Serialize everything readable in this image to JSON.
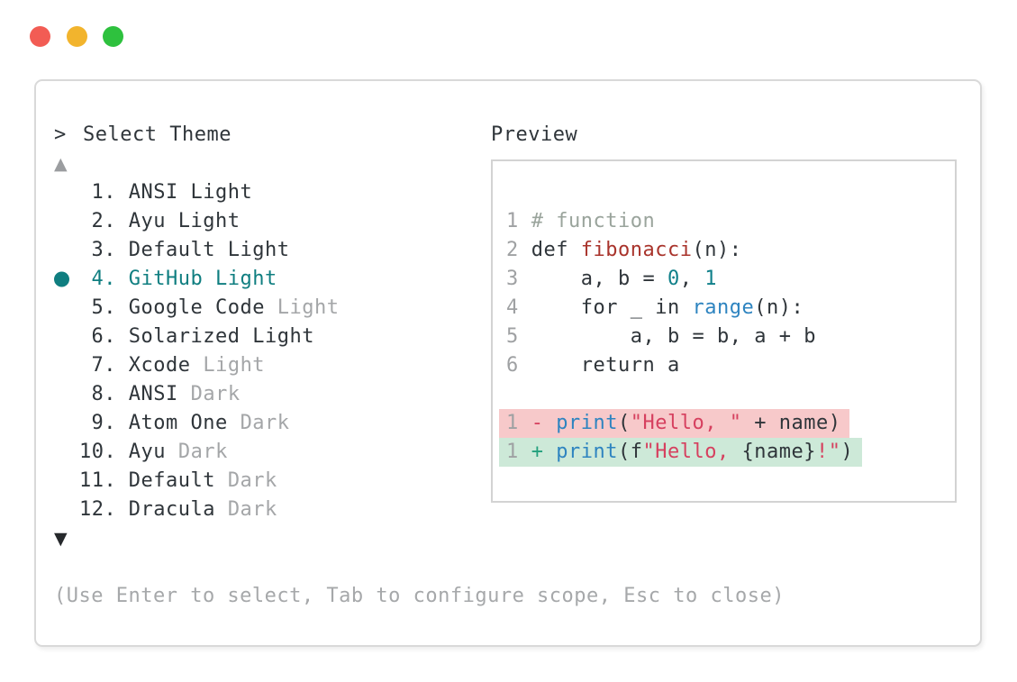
{
  "window": {
    "controls": [
      "close",
      "minimize",
      "maximize"
    ]
  },
  "selector": {
    "prompt_marker": ">",
    "title": "Select Theme",
    "scroll_up_symbol": "▲",
    "scroll_down_symbol": "▼",
    "items": [
      {
        "num": "1.",
        "name": "ANSI Light",
        "muted": "",
        "selected": false
      },
      {
        "num": "2.",
        "name": "Ayu Light",
        "muted": "",
        "selected": false
      },
      {
        "num": "3.",
        "name": "Default Light",
        "muted": "",
        "selected": false
      },
      {
        "num": "4.",
        "name": "GitHub Light",
        "muted": "",
        "selected": true
      },
      {
        "num": "5.",
        "name": "Google Code",
        "muted": "Light",
        "selected": false
      },
      {
        "num": "6.",
        "name": "Solarized Light",
        "muted": "",
        "selected": false
      },
      {
        "num": "7.",
        "name": "Xcode",
        "muted": "Light",
        "selected": false
      },
      {
        "num": "8.",
        "name": "ANSI",
        "muted": "Dark",
        "selected": false
      },
      {
        "num": "9.",
        "name": "Atom One",
        "muted": "Dark",
        "selected": false
      },
      {
        "num": "10.",
        "name": "Ayu",
        "muted": "Dark",
        "selected": false
      },
      {
        "num": "11.",
        "name": "Default",
        "muted": "Dark",
        "selected": false
      },
      {
        "num": "12.",
        "name": "Dracula",
        "muted": "Dark",
        "selected": false
      }
    ],
    "help_text": "(Use Enter to select, Tab to configure scope, Esc to close)"
  },
  "preview": {
    "label": "Preview",
    "code": [
      {
        "num": "1",
        "t0": "# function"
      },
      {
        "num": "2",
        "t0": "def ",
        "t1": "fibonacci",
        "t2": "(n):"
      },
      {
        "num": "3",
        "t0": "    a, b = ",
        "t1": "0",
        "t2": ", ",
        "t3": "1"
      },
      {
        "num": "4",
        "t0": "    for _ in ",
        "t1": "range",
        "t2": "(n):"
      },
      {
        "num": "5",
        "t0": "        a, b = b, a + b"
      },
      {
        "num": "6",
        "t0": "    return a"
      }
    ],
    "diff": [
      {
        "num": "1",
        "marker": "- ",
        "func": "print",
        "p0": "(",
        "s0": "\"Hello, \"",
        "p1": " + name)"
      },
      {
        "num": "1",
        "marker": "+ ",
        "func": "print",
        "p0": "(f",
        "s0": "\"Hello, ",
        "p1": "{name}",
        "s1": "!\"",
        "p2": ")"
      }
    ]
  },
  "colors": {
    "accent_teal": "#0f7e80",
    "syntax_red": "#a9342c",
    "syntax_blue": "#2e84c0",
    "syntax_teal": "#10808a",
    "syntax_string": "#d6405f",
    "comment": "#9aa49c",
    "removed_bg": "#f7c9ca",
    "added_bg": "#cde9d8",
    "removed_marker": "#d6405f",
    "added_marker": "#23a07d",
    "dot_close": "#f25c54",
    "dot_minimize": "#f2b42d",
    "dot_maximize": "#2ec13e"
  }
}
